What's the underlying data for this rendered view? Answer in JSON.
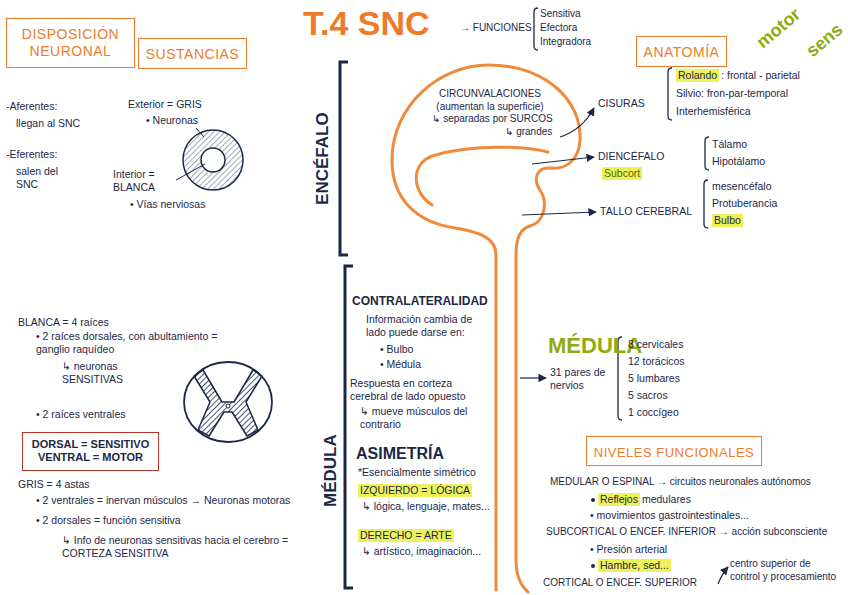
{
  "diagram": {
    "title": "T.4 SNC",
    "nodes": [
      {
        "text": [
          "DISPOSICIÓN NEURONAL"
        ]
      },
      {
        "text": [
          "SUSTANCIAS"
        ]
      },
      {
        "text": [
          "ANATOMÍA"
        ]
      },
      {
        "text": [
          "DORSAL = SENSITIVO VENTRAL = MOTOR"
        ]
      },
      {
        "text": [
          "NIVELES FUNCIONALES"
        ]
      }
    ],
    "labels": [
      "-Aferentes:",
      "llegan al SNC",
      "-Eferentes:",
      "salen del SNC",
      "Exterior = GRIS",
      "• Neuronas",
      "Interior = BLANCA",
      "• Vías nerviosas",
      "ENCÉFALO",
      "MÉDULA",
      "→ FUNCIONES",
      "Sensitiva",
      "Efectora",
      "Integradora",
      "CIRCUNVALACIONES (aumentan la superficie)",
      "↳ separadas por SURCOS",
      "↳ grandes",
      "CISURAS",
      "Rolando",
      ": frontal - parietal",
      "Silvio: fron-par-temporal",
      "Interhemisférica",
      "motor",
      "sens",
      "DIENCÉFALO",
      "Subcort",
      "Tálamo",
      "Hipotálamo",
      "TALLO CEREBRAL",
      "mesencéfalo",
      "Protuberancia",
      "Bulbo",
      "CONTRALATERALIDAD",
      "Información cambia de lado puede darse en:",
      "• Bulbo",
      "• Médula",
      "Respuesta en corteza cerebral de lado opuesto",
      "↳ mueve músculos del contrario",
      "ASIMETRÍA",
      "*Esencialmente simétrico",
      "IZQUIERDO = LÓGICA",
      "↳ lógica, lenguaje, mates...",
      "DERECHO = ARTE",
      "↳ artístico, imaginación...",
      "MÉDULA",
      "31 pares de nervios",
      "8 cervicales",
      "12 torácicos",
      "5 lumbares",
      "5 sacros",
      "1 coccígeo",
      "BLANCA = 4 raíces",
      "• 2 raíces dorsales, con abultamiento = ganglio raquídeo",
      "↳ neuronas SENSITIVAS",
      "• 2 raíces ventrales",
      "GRIS = 4 astas",
      "• 2 ventrales = inervan músculos → Neuronas motoras",
      "• 2 dorsales = función sensitiva",
      "↳ Info de neuronas sensitivas hacia el cerebro = CORTEZA SENSITIVA",
      "MEDULAR O ESPINAL → circuitos neuronales autónomos",
      "Reflejos",
      "medulares",
      "• movimientos gastrointestinales...",
      "SUBCORTICAL O ENCEF. INFERIOR → acción subconsciente",
      "• Presión arterial",
      "Hambre, sed...",
      "CORTICAL O ENCEF. SUPERIOR",
      "centro superior de control y procesamiento"
    ]
  }
}
